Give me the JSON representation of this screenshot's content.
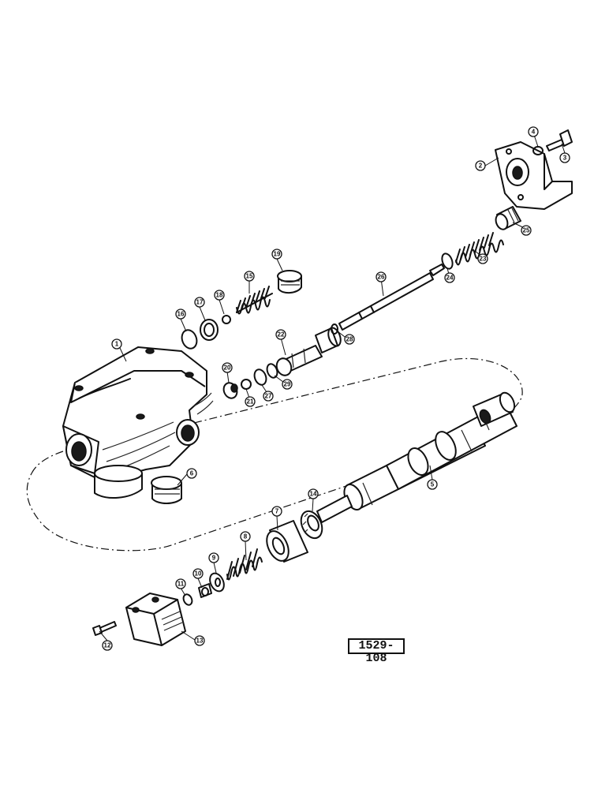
{
  "figure": {
    "reference_number": "1529-108",
    "callouts": [
      "1",
      "2",
      "3",
      "4",
      "5",
      "6",
      "7",
      "8",
      "9",
      "10",
      "11",
      "12",
      "13",
      "14",
      "15",
      "16",
      "17",
      "18",
      "19",
      "20",
      "21",
      "22",
      "23",
      "24",
      "25",
      "26",
      "27",
      "28",
      "29"
    ]
  }
}
